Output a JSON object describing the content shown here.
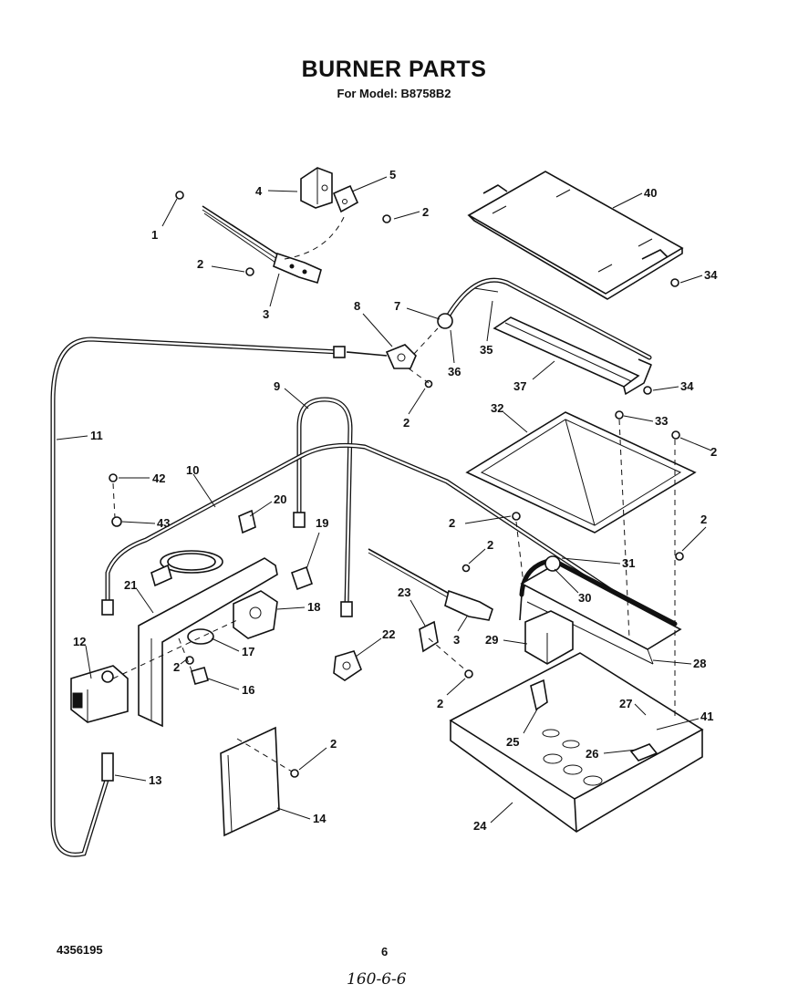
{
  "header": {
    "title": "BURNER PARTS",
    "subtitle": "For Model: B8758B2"
  },
  "footer": {
    "part_number": "4356195",
    "page_number": "6",
    "handwritten_note": "160-6-6"
  },
  "callouts": [
    "1",
    "2",
    "3",
    "4",
    "5",
    "7",
    "8",
    "9",
    "10",
    "11",
    "12",
    "13",
    "14",
    "16",
    "17",
    "18",
    "19",
    "20",
    "21",
    "22",
    "23",
    "24",
    "25",
    "26",
    "27",
    "28",
    "29",
    "30",
    "31",
    "32",
    "33",
    "34",
    "35",
    "36",
    "37",
    "40",
    "41",
    "42",
    "43"
  ]
}
